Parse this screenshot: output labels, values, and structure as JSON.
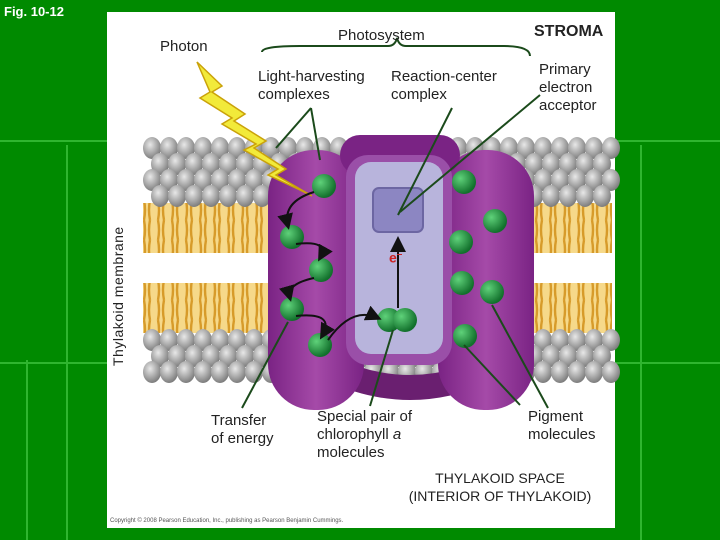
{
  "figure_label": "Fig. 10-12",
  "labels": {
    "photon": "Photon",
    "photosystem": "Photosystem",
    "stroma": "STROMA",
    "light_harvesting_1": "Light-harvesting",
    "light_harvesting_2": "complexes",
    "reaction_center_1": "Reaction-center",
    "reaction_center_2": "complex",
    "primary_acceptor_1": "Primary",
    "primary_acceptor_2": "electron",
    "primary_acceptor_3": "acceptor",
    "thylakoid_membrane": "Thylakoid membrane",
    "electron": "e",
    "transfer_1": "Transfer",
    "transfer_2": "of energy",
    "special_pair_1": "Special pair of",
    "special_pair_2": "chlorophyll",
    "special_pair_2_italic": "a",
    "special_pair_3": "molecules",
    "pigment_1": "Pigment",
    "pigment_2": "molecules",
    "thylakoid_space_1": "THYLAKOID SPACE",
    "thylakoid_space_2": "(INTERIOR OF THYLAKOID)",
    "copyright": "Copyright © 2008 Pearson Education, Inc., publishing as Pearson Benjamin Cummings."
  },
  "colors": {
    "slide_background": "#008a00",
    "protein_purple": "#8b2f8d",
    "chlorophyll_green": "#1f8a3a",
    "electron_red": "#cc2222"
  }
}
